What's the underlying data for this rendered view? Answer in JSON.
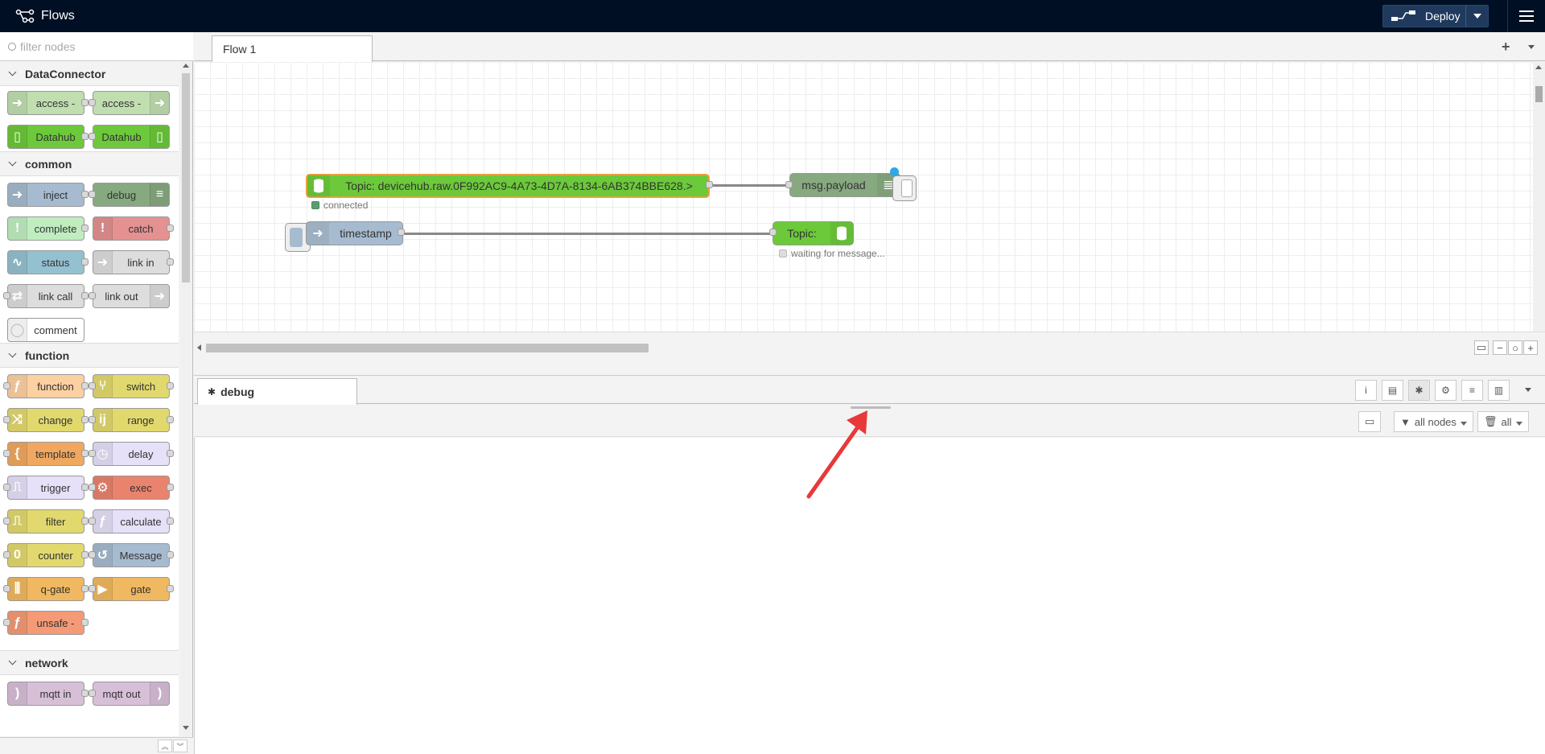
{
  "header": {
    "title": "Flows",
    "deploy_label": "Deploy"
  },
  "palette": {
    "filter_placeholder": "filter nodes",
    "categories": [
      {
        "name": "DataConnector",
        "nodes": [
          "access -",
          "access -",
          "Datahub",
          "Datahub"
        ]
      },
      {
        "name": "common",
        "nodes": [
          "inject",
          "debug",
          "complete",
          "catch",
          "status",
          "link in",
          "link call",
          "link out",
          "comment"
        ]
      },
      {
        "name": "function",
        "nodes": [
          "function",
          "switch",
          "change",
          "range",
          "template",
          "delay",
          "trigger",
          "exec",
          "filter",
          "calculate",
          "counter",
          "Message",
          "q-gate",
          "gate",
          "unsafe -"
        ]
      },
      {
        "name": "network",
        "nodes": [
          "mqtt in",
          "mqtt out"
        ]
      }
    ]
  },
  "workspace": {
    "tabs": [
      {
        "label": "Flow 1"
      }
    ],
    "nodes": [
      {
        "label": "Topic: devicehub.raw.0F992AC9-4A73-4D7A-8134-6AB374BBE628.>",
        "status": "connected"
      },
      {
        "label": "msg.payload"
      },
      {
        "label": "timestamp"
      },
      {
        "label": "Topic:",
        "status": "waiting for message..."
      }
    ]
  },
  "sidebar": {
    "tab_label": "debug",
    "filter_label": "all nodes",
    "clear_label": "all"
  },
  "colors": {
    "header_bg": "#000f24",
    "datahub_green": "#6cc93a",
    "debug_green": "#87a980",
    "inject_blue": "#a6bbcf",
    "arrow_red": "#e8393a"
  }
}
